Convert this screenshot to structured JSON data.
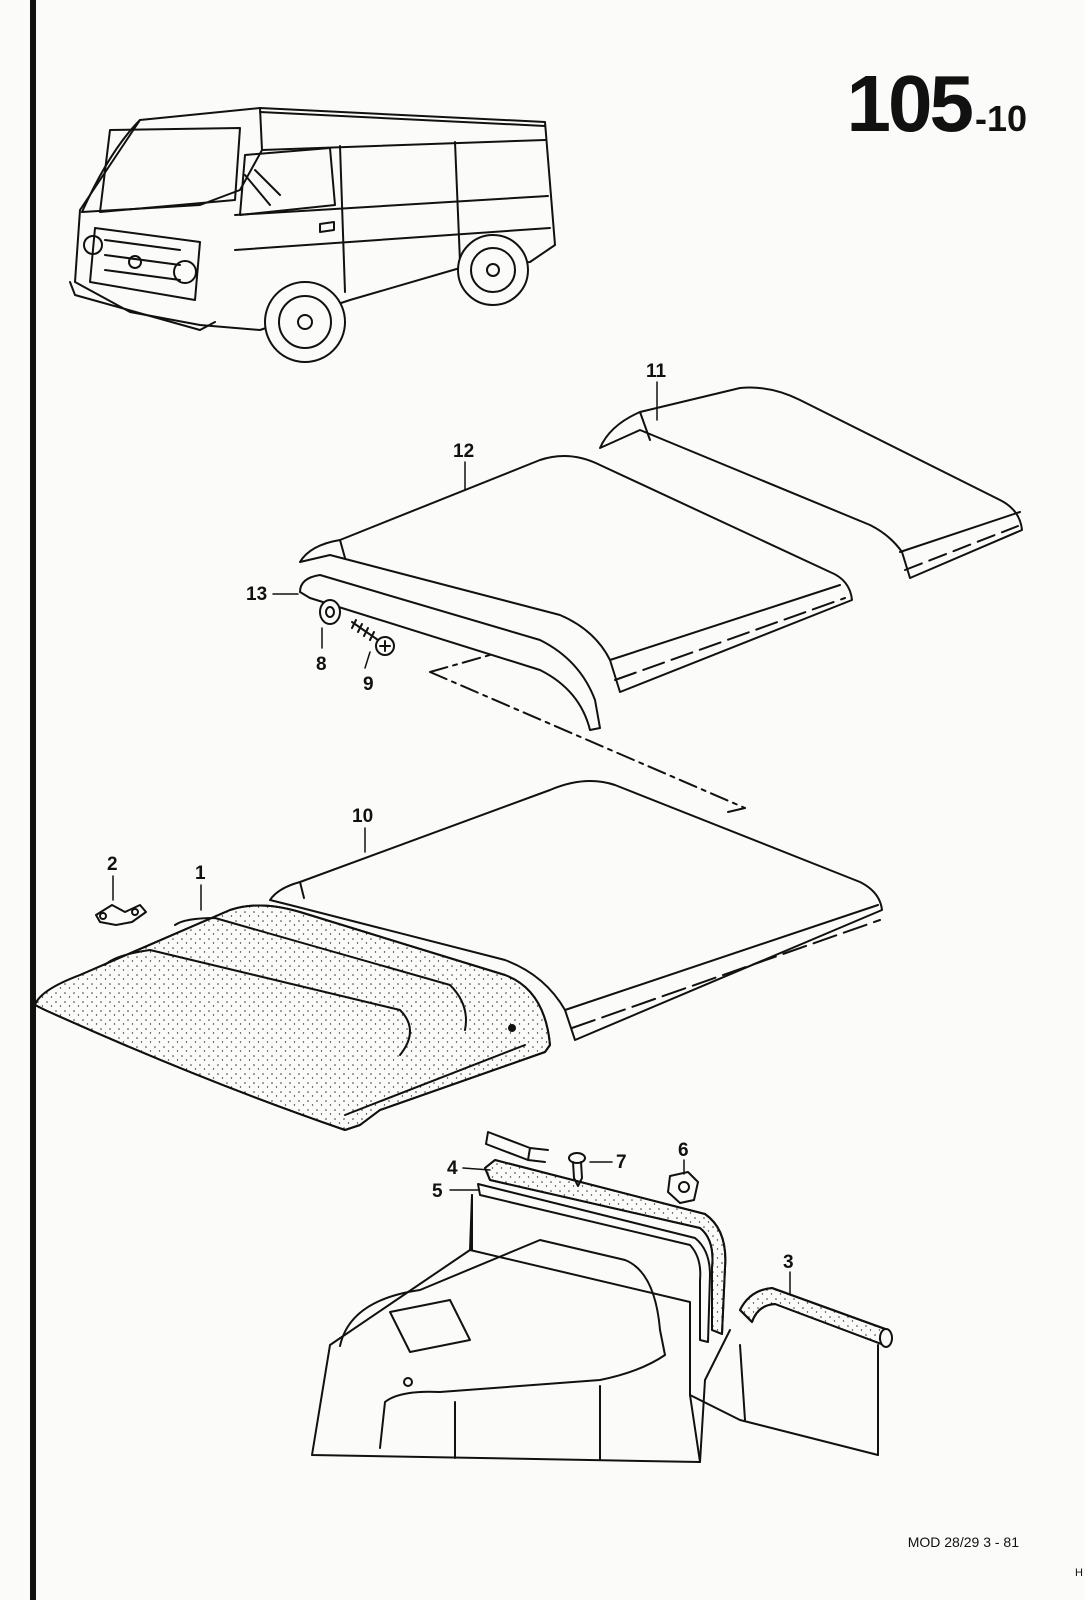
{
  "page": {
    "number_main": "105",
    "number_sub": "-10",
    "footer_code": "MOD 28/29  3 - 81",
    "corner_mark": "H"
  },
  "callouts": {
    "c1": "1",
    "c2": "2",
    "c3": "3",
    "c4": "4",
    "c5": "5",
    "c6": "6",
    "c7": "7",
    "c8": "8",
    "c9": "9",
    "c10": "10",
    "c11": "11",
    "c12": "12",
    "c13": "13"
  },
  "colors": {
    "ink": "#111111",
    "paper": "#fbfbf9"
  }
}
